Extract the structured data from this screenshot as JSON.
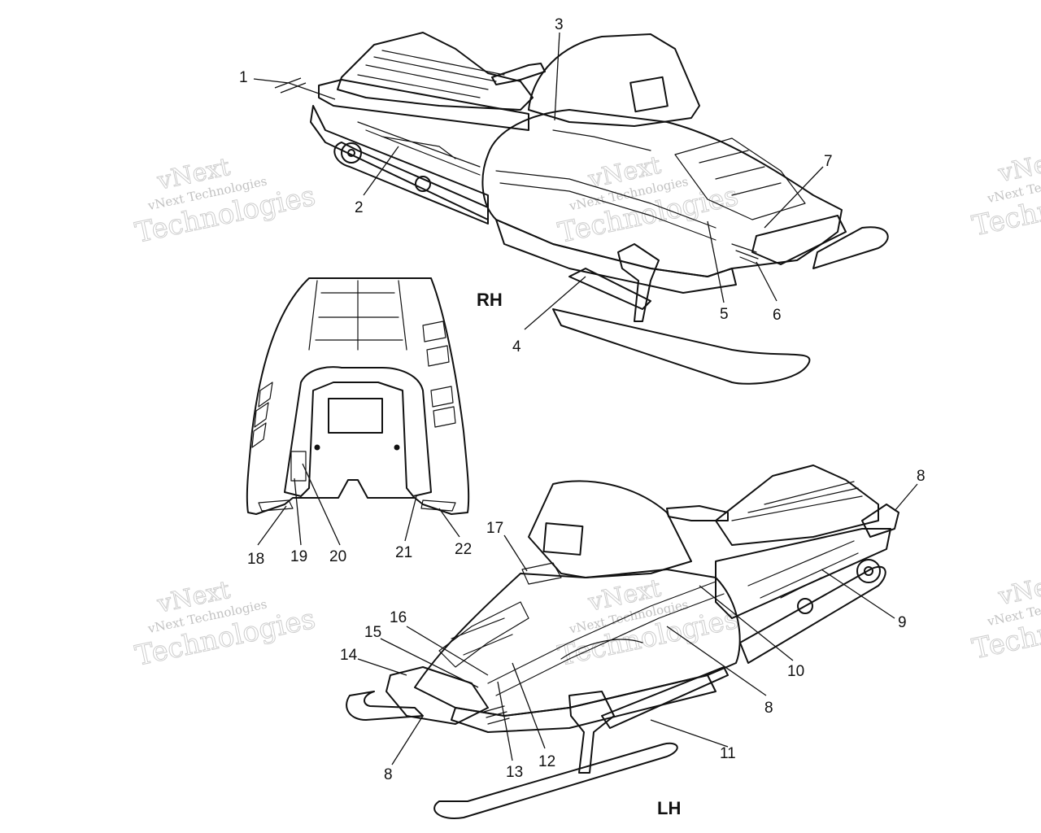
{
  "views": {
    "rh": {
      "label": "RH"
    },
    "lh": {
      "label": "LH"
    }
  },
  "callouts": {
    "c1": "1",
    "c2": "2",
    "c3": "3",
    "c4": "4",
    "c5": "5",
    "c6": "6",
    "c7": "7",
    "c8a": "8",
    "c8b": "8",
    "c8c": "8",
    "c9": "9",
    "c10": "10",
    "c11": "11",
    "c12": "12",
    "c13": "13",
    "c14": "14",
    "c15": "15",
    "c16": "16",
    "c17": "17",
    "c18": "18",
    "c19": "19",
    "c20": "20",
    "c21": "21",
    "c22": "22"
  },
  "watermark": {
    "brand": "vNext",
    "company": "Technologies",
    "full": "vNext Technologies"
  },
  "colors": {
    "ink": "#111111",
    "watermark": "#c2c2c2",
    "background": "#ffffff"
  }
}
